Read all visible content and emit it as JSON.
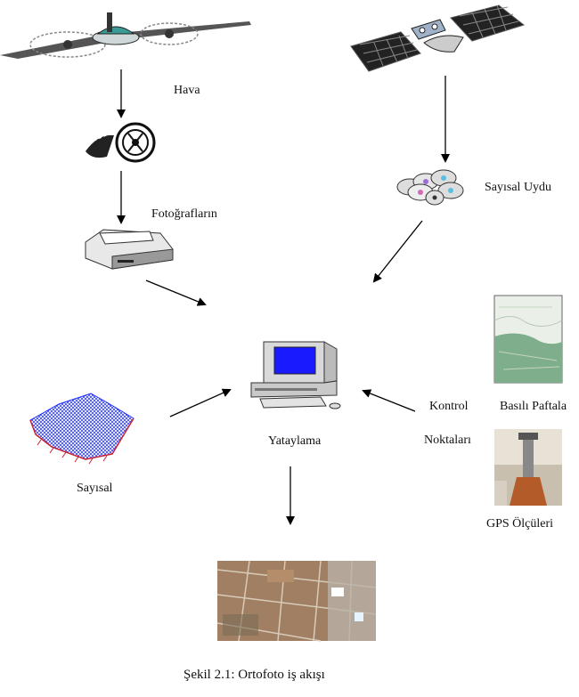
{
  "labels": {
    "air": "Hava",
    "photos": "Fotoğrafların",
    "satellite": "Sayısal Uydu",
    "dem": "Sayısal",
    "rectification": "Yataylama",
    "control": "Kontrol",
    "points": "Noktaları",
    "printed_maps": "Basılı Paftala",
    "gps": "GPS Ölçüleri"
  },
  "caption": "Şekil 2.1: Ortofoto iş akışı",
  "colors": {
    "arrow": "#000000",
    "dem_mesh": "#1a2cff",
    "monitor_screen": "#1a1aff",
    "map_green": "#7fae8c",
    "ortho_tone": "#a07f63"
  },
  "icons": [
    "airplane-icon",
    "film-reel-icon",
    "scanner-icon",
    "satellite-icon",
    "discs-icon",
    "computer-icon",
    "dem-mesh-icon",
    "printed-map-icon",
    "gps-station-icon",
    "orthophoto-image"
  ]
}
